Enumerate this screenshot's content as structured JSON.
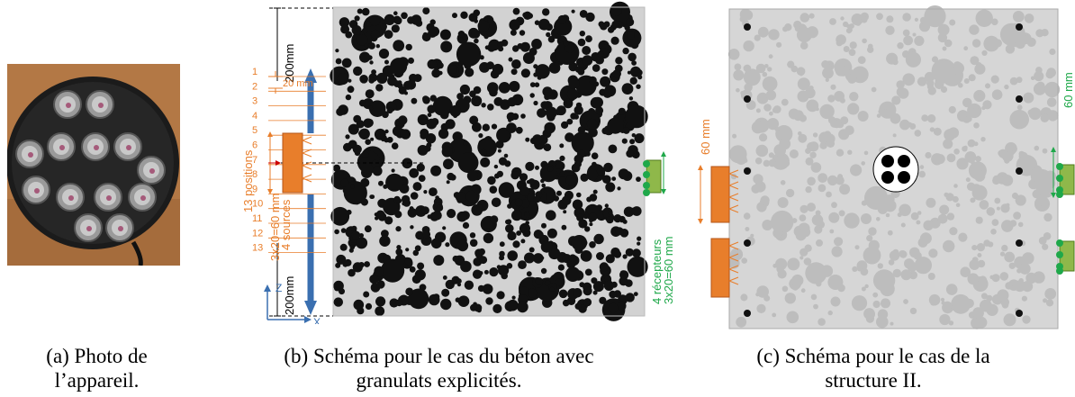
{
  "panel_a": {
    "caption_line1": "(a) Photo de",
    "caption_line2": "l’appareil."
  },
  "panel_b": {
    "caption_line1": "(b) Schéma pour le cas du béton avec",
    "caption_line2": "granulats explicités.",
    "top_dim": "200mm",
    "bottom_dim": "200mm",
    "step_dim": "20 mm",
    "positions_label": "13 positions",
    "sources_count": "4 sources",
    "sources_dim": "3x20=60 mm",
    "receivers_count": "4 récepteurs",
    "receivers_dim": "3x20=60 mm",
    "position_numbers": [
      "1",
      "2",
      "3",
      "4",
      "5",
      "6",
      "7",
      "8",
      "9",
      "10",
      "11",
      "12",
      "13"
    ],
    "axis_z": "Z",
    "axis_x": "X"
  },
  "panel_c": {
    "caption_line1": "(c) Schéma pour le cas de la",
    "caption_line2": "structure II.",
    "left_dim": "60 mm",
    "right_dim": "60 mm"
  },
  "colors": {
    "orange": "#e87e2b",
    "green": "#1fa84a",
    "blue": "#3a6fb0",
    "green_fill": "#8fb84a"
  }
}
